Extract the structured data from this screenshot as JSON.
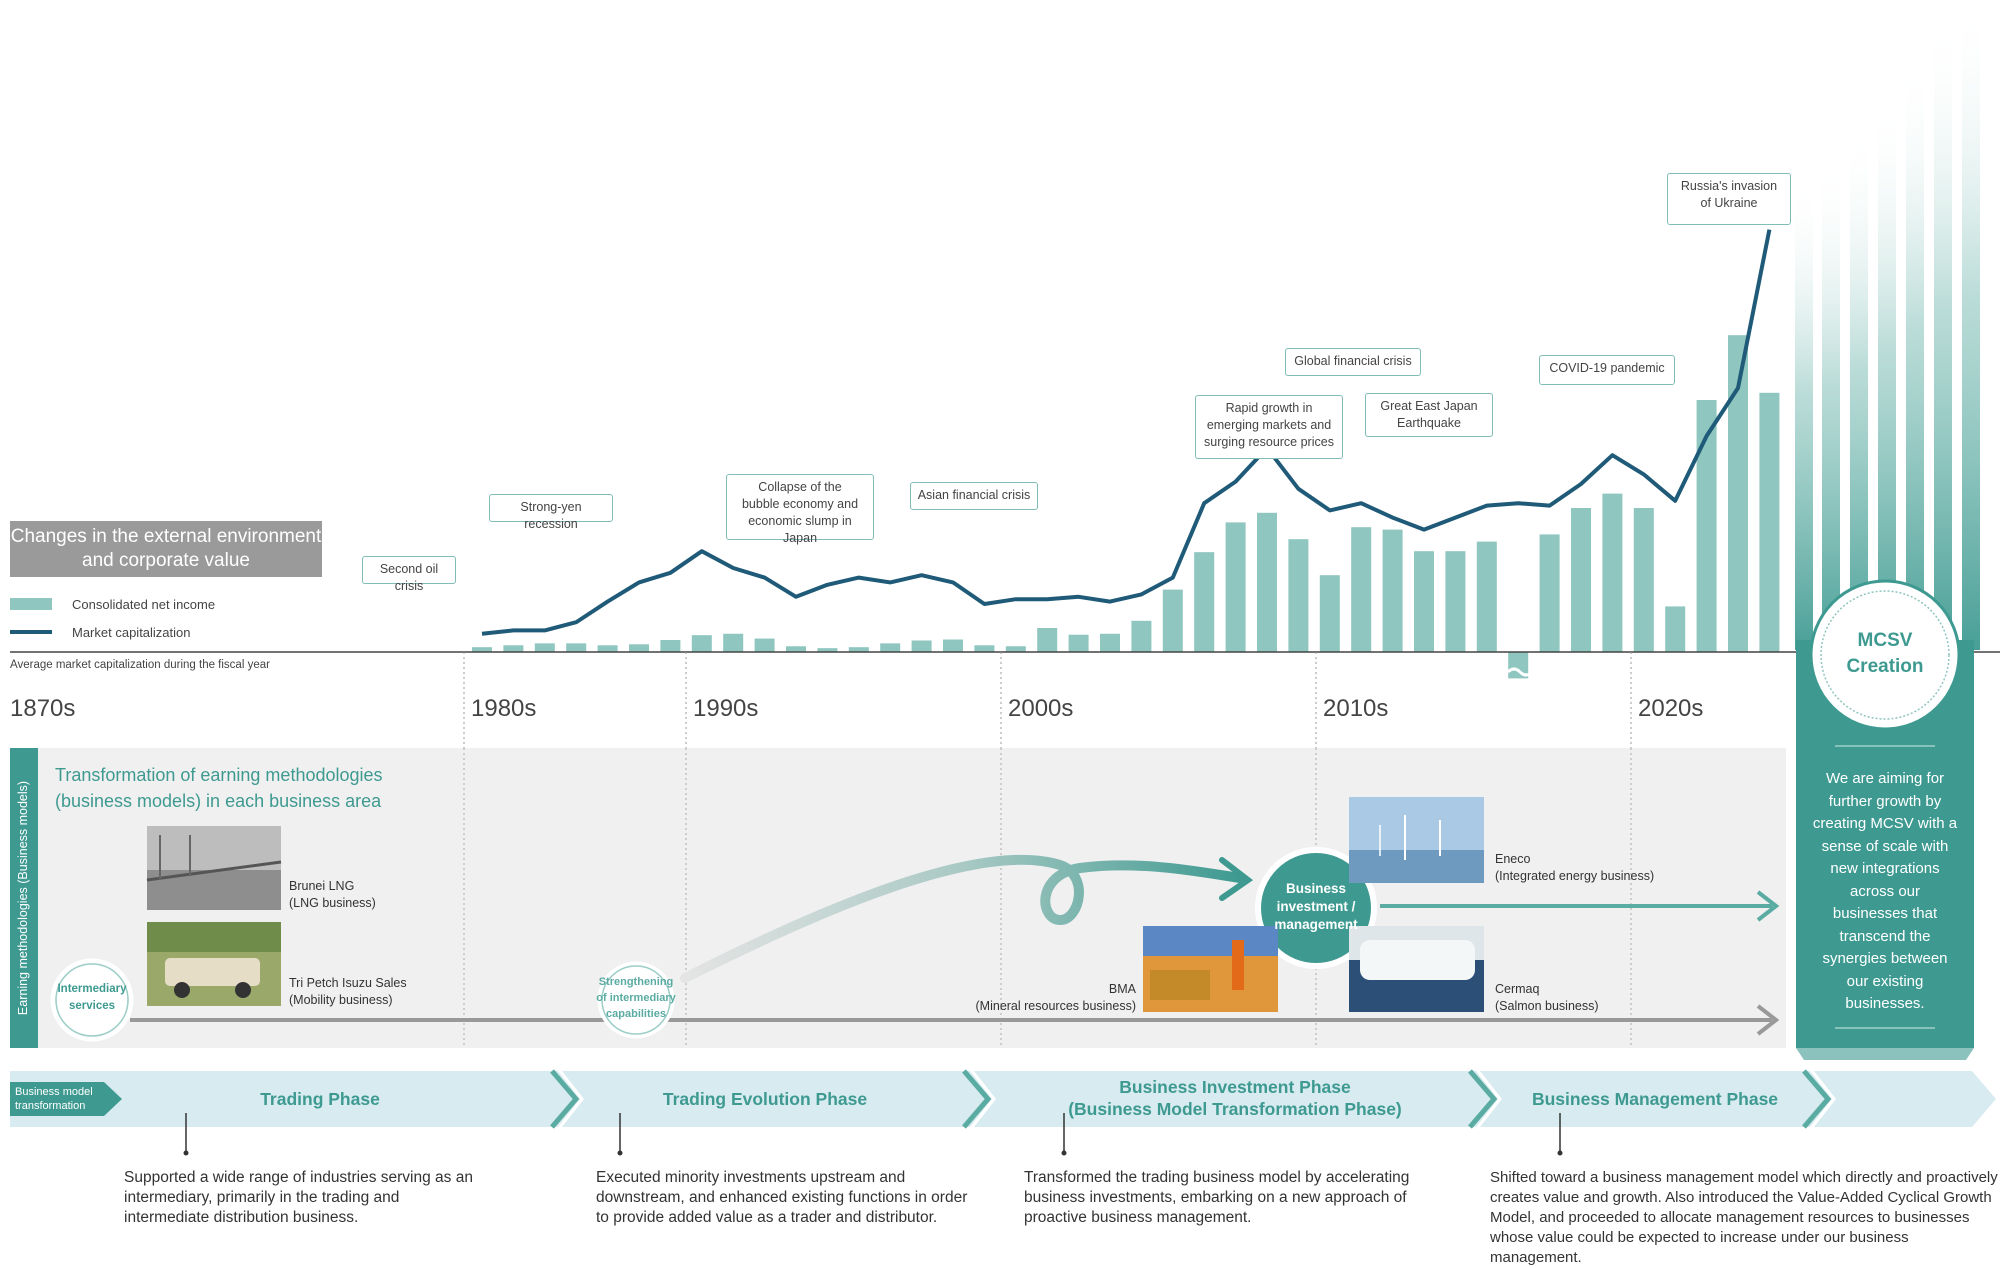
{
  "header": {
    "title_line1": "Changes in the external environment",
    "title_line2": "and corporate value"
  },
  "legend": {
    "bars": "Consolidated net income",
    "line": "Market capitalization",
    "note": "Average market capitalization during the fiscal year"
  },
  "colors": {
    "bar": "#8fc6bf",
    "line": "#1f5a78",
    "accent": "#3e9a91",
    "band": "#d7ebf0",
    "panel": "#f0f0f0"
  },
  "chart_data": {
    "type": "bar",
    "series": [
      {
        "name": "Consolidated net income",
        "type": "bar",
        "values": [
          0.1,
          0.14,
          0.18,
          0.18,
          0.14,
          0.16,
          0.25,
          0.35,
          0.38,
          0.28,
          0.12,
          0.08,
          0.1,
          0.18,
          0.24,
          0.26,
          0.14,
          0.12,
          0.5,
          0.36,
          0.38,
          0.65,
          1.3,
          2.08,
          2.7,
          2.9,
          2.35,
          1.6,
          2.6,
          2.55,
          2.1,
          2.1,
          2.3,
          -0.55,
          2.45,
          3.0,
          3.3,
          3.0,
          0.95,
          5.25,
          6.6,
          5.4
        ]
      },
      {
        "name": "Market capitalization",
        "type": "line",
        "values": [
          0.38,
          0.45,
          0.45,
          0.62,
          1.05,
          1.45,
          1.65,
          2.1,
          1.75,
          1.55,
          1.15,
          1.4,
          1.55,
          1.45,
          1.6,
          1.45,
          1.0,
          1.1,
          1.1,
          1.15,
          1.05,
          1.2,
          1.55,
          3.1,
          3.55,
          4.25,
          3.4,
          2.95,
          3.1,
          2.8,
          2.55,
          2.8,
          3.05,
          3.1,
          3.05,
          3.5,
          4.1,
          3.7,
          3.15,
          4.5,
          5.5,
          8.8
        ]
      }
    ],
    "decades": [
      "1870s",
      "1980s",
      "1990s",
      "2000s",
      "2010s",
      "2020s"
    ]
  },
  "events": [
    {
      "text": "Second oil crisis"
    },
    {
      "text": "Strong-yen recession"
    },
    {
      "text": "Collapse of the\nbubble economy and\neconomic slump in Japan"
    },
    {
      "text": "Asian financial crisis"
    },
    {
      "text": "Rapid growth in\nemerging markets and\nsurging resource prices"
    },
    {
      "text": "Global financial crisis"
    },
    {
      "text": "Great East Japan\nEarthquake"
    },
    {
      "text": "COVID-19 pandemic"
    },
    {
      "text": "Russia's invasion\nof Ukraine"
    }
  ],
  "decades": [
    "1870s",
    "1980s",
    "1990s",
    "2000s",
    "2010s",
    "2020s"
  ],
  "models": {
    "side_label": "Earning methodologies (Business models)",
    "title_line1": "Transformation of earning methodologies",
    "title_line2": "(business models) in each business area",
    "intermediary": "Intermediary\nservices",
    "strengthening": "Strengthening\nof intermediary\ncapabilities",
    "business_investment": "Business\ninvestment /\nmanagement",
    "cases": [
      {
        "name": "Brunei LNG\n(LNG business)"
      },
      {
        "name": "Tri Petch Isuzu Sales\n(Mobility business)"
      },
      {
        "name": "BMA\n(Mineral resources business)"
      },
      {
        "name": "Eneco\n(Integrated energy business)"
      },
      {
        "name": "Cermaq\n(Salmon business)"
      }
    ]
  },
  "mcsv": {
    "badge": "MCSV\nCreation",
    "text": "We are aiming for\nfurther growth by\ncreating MCSV with a\nsense of scale with\nnew integrations\nacross our\nbusinesses that\ntranscend the\nsynergies between\nour existing\nbusinesses."
  },
  "phases": {
    "tag": "Business model\ntransformation",
    "items": [
      {
        "name": "Trading Phase",
        "description": "Supported a wide range of industries serving as an\nintermediary, primarily in the trading and\nintermediate distribution business."
      },
      {
        "name": "Trading Evolution Phase",
        "description": "Executed minority investments upstream and\ndownstream, and enhanced existing functions in order\nto provide added value as a trader and distributor."
      },
      {
        "name": "Business Investment Phase\n(Business Model Transformation Phase)",
        "description": "Transformed the trading business model by accelerating\nbusiness investments, embarking on a new approach of\nproactive business management."
      },
      {
        "name": "Business Management Phase",
        "description": "Shifted toward a business management model which directly and proactively\ncreates value and growth. Also introduced the Value-Added Cyclical Growth\nModel, and proceeded to allocate management resources to businesses\nwhose value could be expected to increase under our business management."
      }
    ]
  }
}
